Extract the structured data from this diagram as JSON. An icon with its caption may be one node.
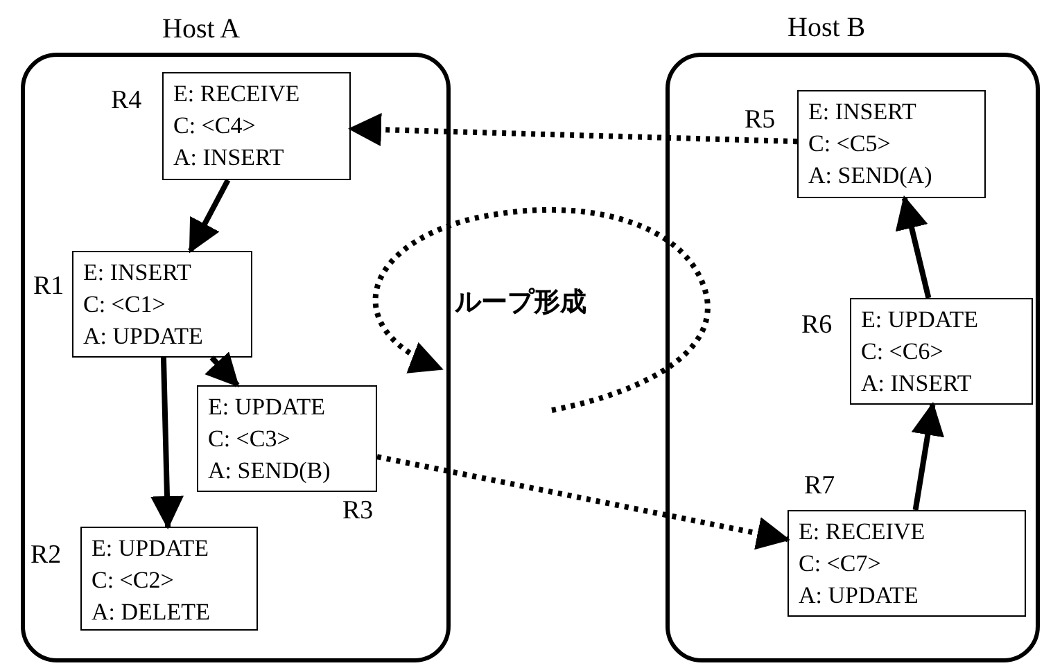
{
  "diagram": {
    "nodes": [
      {
        "text": [
          "Host A"
        ]
      },
      {
        "text": [
          "E: RECEIVE",
          "C: <C4>",
          "A: INSERT"
        ],
        "beside": [
          "R4"
        ],
        "in": 0
      },
      {
        "text": [
          "E: INSERT",
          "C: <C1>",
          "A: UPDATE"
        ],
        "beside": [
          "R1"
        ],
        "in": 0
      },
      {
        "text": [
          "E: UPDATE",
          "C: <C3>",
          "A: SEND(B)"
        ],
        "beside": [
          "R3"
        ],
        "in": 0
      },
      {
        "text": [
          "E: UPDATE",
          "C: <C2>",
          "A: DELETE"
        ],
        "beside": [
          "R2"
        ],
        "in": 0
      },
      {
        "text": [
          "Host B"
        ]
      },
      {
        "text": [
          "E: INSERT",
          "C: <C5>",
          "A: SEND(A)"
        ],
        "beside": [
          "R5"
        ],
        "in": 5
      },
      {
        "text": [
          "E: UPDATE",
          "C: <C6>",
          "A: INSERT"
        ],
        "beside": [
          "R6"
        ],
        "in": 5
      },
      {
        "text": [
          "E: RECEIVE",
          "C: <C7>",
          "A: UPDATE"
        ],
        "beside": [
          "R7"
        ],
        "in": 5
      }
    ],
    "edges": [
      {
        "from": 1,
        "to": 2,
        "arrow": "to"
      },
      {
        "from": 2,
        "to": 3,
        "arrow": "to"
      },
      {
        "from": 2,
        "to": 4,
        "arrow": "to"
      },
      {
        "from": 8,
        "to": 7,
        "arrow": "to"
      },
      {
        "from": 7,
        "to": 6,
        "arrow": "to"
      },
      {
        "from": 6,
        "to": 1,
        "arrow": "to",
        "style": "dashed"
      },
      {
        "from": 3,
        "to": 8,
        "arrow": "to",
        "style": "dashed"
      }
    ],
    "labels": [
      "ループ形成"
    ]
  }
}
